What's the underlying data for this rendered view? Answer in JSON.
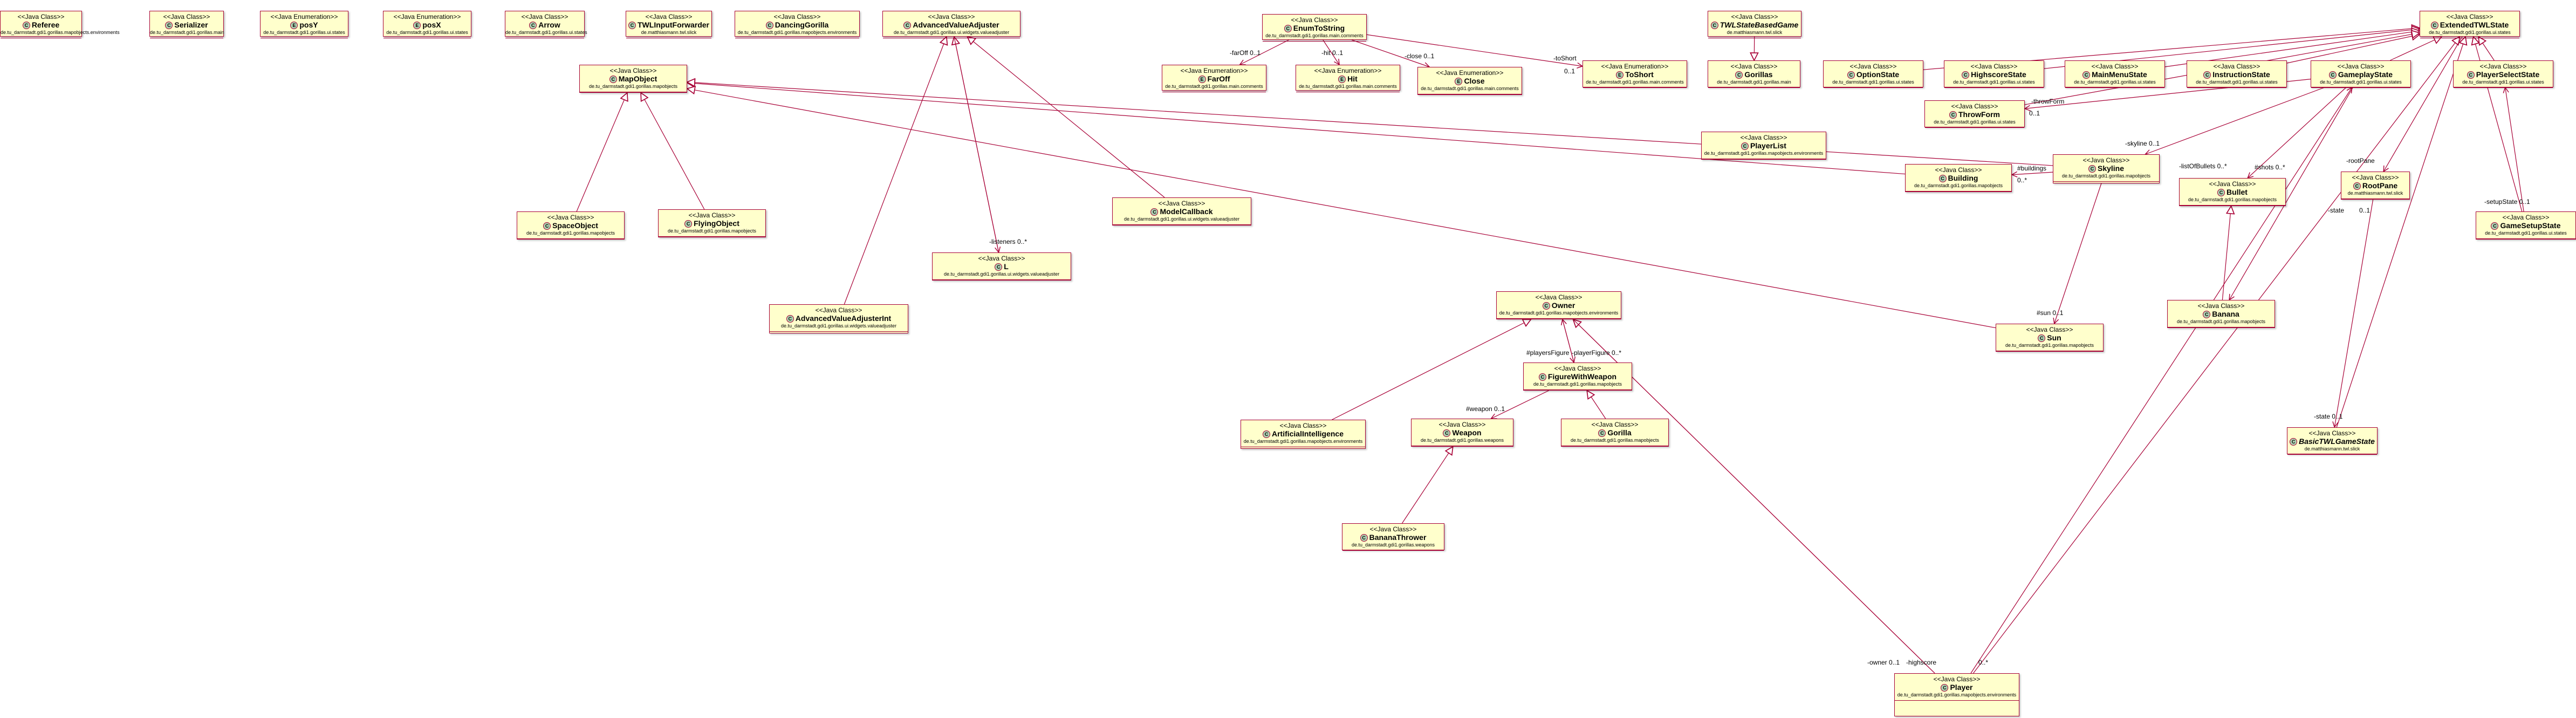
{
  "diagram": {
    "classes": [
      {
        "id": "referee",
        "stereotype": "<<Java Class>>",
        "name": "Referee",
        "package": "de.tu_darmstadt.gdi1.gorillas.mapobjects.environments"
      },
      {
        "id": "serializer",
        "stereotype": "<<Java Class>>",
        "name": "Serializer",
        "package": "de.tu_darmstadt.gdi1.gorillas.main"
      },
      {
        "id": "posY",
        "stereotype": "<<Java Enumeration>>",
        "name": "posY",
        "package": "de.tu_darmstadt.gdi1.gorillas.ui.states"
      },
      {
        "id": "posX",
        "stereotype": "<<Java Enumeration>>",
        "name": "posX",
        "package": "de.tu_darmstadt.gdi1.gorillas.ui.states"
      },
      {
        "id": "arrow",
        "stereotype": "<<Java Class>>",
        "name": "Arrow",
        "package": "de.tu_darmstadt.gdi1.gorillas.ui.states"
      },
      {
        "id": "twlInputForwarder",
        "stereotype": "<<Java Class>>",
        "name": "TWLInputForwarder",
        "package": "de.matthiasmann.twl.slick"
      },
      {
        "id": "dancingGorilla",
        "stereotype": "<<Java Class>>",
        "name": "DancingGorilla",
        "package": "de.tu_darmstadt.gdi1.gorillas.mapobjects.environments"
      },
      {
        "id": "ava",
        "stereotype": "<<Java Class>>",
        "name": "AdvancedValueAdjuster",
        "package": "de.tu_darmstadt.gdi1.gorillas.ui.widgets.valueadjuster"
      },
      {
        "id": "enumToString",
        "stereotype": "<<Java Class>>",
        "name": "EnumToString",
        "package": "de.tu_darmstadt.gdi1.gorillas.main.comments"
      },
      {
        "id": "twlStateBasedGame",
        "stereotype": "<<Java Class>>",
        "name": "TWLStateBasedGame",
        "package": "de.matthiasmann.twl.slick",
        "italic": true
      },
      {
        "id": "extendedTWLState",
        "stereotype": "<<Java Class>>",
        "name": "ExtendedTWLState",
        "package": "de.tu_darmstadt.gdi1.gorillas.ui.states"
      },
      {
        "id": "mapObject",
        "stereotype": "<<Java Class>>",
        "name": "MapObject",
        "package": "de.tu_darmstadt.gdi1.gorillas.mapobjects"
      },
      {
        "id": "farOff",
        "stereotype": "<<Java Enumeration>>",
        "name": "FarOff",
        "package": "de.tu_darmstadt.gdi1.gorillas.main.comments"
      },
      {
        "id": "hit",
        "stereotype": "<<Java Enumeration>>",
        "name": "Hit",
        "package": "de.tu_darmstadt.gdi1.gorillas.main.comments"
      },
      {
        "id": "close",
        "stereotype": "<<Java Enumeration>>",
        "name": "Close",
        "package": "de.tu_darmstadt.gdi1.gorillas.main.comments"
      },
      {
        "id": "toShort",
        "stereotype": "<<Java Enumeration>>",
        "name": "ToShort",
        "package": "de.tu_darmstadt.gdi1.gorillas.main.comments"
      },
      {
        "id": "gorillas",
        "stereotype": "<<Java Class>>",
        "name": "Gorillas",
        "package": "de.tu_darmstadt.gdi1.gorillas.main"
      },
      {
        "id": "optionState",
        "stereotype": "<<Java Class>>",
        "name": "OptionState",
        "package": "de.tu_darmstadt.gdi1.gorillas.ui.states"
      },
      {
        "id": "highscoreState",
        "stereotype": "<<Java Class>>",
        "name": "HighscoreState",
        "package": "de.tu_darmstadt.gdi1.gorillas.ui.states"
      },
      {
        "id": "mainMenuState",
        "stereotype": "<<Java Class>>",
        "name": "MainMenuState",
        "package": "de.tu_darmstadt.gdi1.gorillas.ui.states"
      },
      {
        "id": "instructionState",
        "stereotype": "<<Java Class>>",
        "name": "InstructionState",
        "package": "de.tu_darmstadt.gdi1.gorillas.ui.states"
      },
      {
        "id": "gameplayState",
        "stereotype": "<<Java Class>>",
        "name": "GameplayState",
        "package": "de.tu_darmstadt.gdi1.gorillas.ui.states"
      },
      {
        "id": "playerSelectState",
        "stereotype": "<<Java Class>>",
        "name": "PlayerSelectState",
        "package": "de.tu_darmstadt.gdi1.gorillas.ui.states"
      },
      {
        "id": "throwForm",
        "stereotype": "<<Java Class>>",
        "name": "ThrowForm",
        "package": "de.tu_darmstadt.gdi1.gorillas.ui.states"
      },
      {
        "id": "playerList",
        "stereotype": "<<Java Class>>",
        "name": "PlayerList",
        "package": "de.tu_darmstadt.gdi1.gorillas.mapobjects.environments"
      },
      {
        "id": "building",
        "stereotype": "<<Java Class>>",
        "name": "Building",
        "package": "de.tu_darmstadt.gdi1.gorillas.mapobjects"
      },
      {
        "id": "skyline",
        "stereotype": "<<Java Class>>",
        "name": "Skyline",
        "package": "de.tu_darmstadt.gdi1.gorillas.mapobjects"
      },
      {
        "id": "bullet",
        "stereotype": "<<Java Class>>",
        "name": "Bullet",
        "package": "de.tu_darmstadt.gdi1.gorillas.mapobjects"
      },
      {
        "id": "rootPane",
        "stereotype": "<<Java Class>>",
        "name": "RootPane",
        "package": "de.matthiasmann.twl.slick"
      },
      {
        "id": "gameSetupState",
        "stereotype": "<<Java Class>>",
        "name": "GameSetupState",
        "package": "de.tu_darmstadt.gdi1.gorillas.ui.states"
      },
      {
        "id": "spaceObject",
        "stereotype": "<<Java Class>>",
        "name": "SpaceObject",
        "package": "de.tu_darmstadt.gdi1.gorillas.mapobjects"
      },
      {
        "id": "flyingObject",
        "stereotype": "<<Java Class>>",
        "name": "FlyingObject",
        "package": "de.tu_darmstadt.gdi1.gorillas.mapobjects"
      },
      {
        "id": "modelCallback",
        "stereotype": "<<Java Class>>",
        "name": "ModelCallback",
        "package": "de.tu_darmstadt.gdi1.gorillas.ui.widgets.valueadjuster"
      },
      {
        "id": "l",
        "stereotype": "<<Java Class>>",
        "name": "L",
        "package": "de.tu_darmstadt.gdi1.gorillas.ui.widgets.valueadjuster"
      },
      {
        "id": "avaInt",
        "stereotype": "<<Java Class>>",
        "name": "AdvancedValueAdjusterInt",
        "package": "de.tu_darmstadt.gdi1.gorillas.ui.widgets.valueadjuster"
      },
      {
        "id": "owner",
        "stereotype": "<<Java Class>>",
        "name": "Owner",
        "package": "de.tu_darmstadt.gdi1.gorillas.mapobjects.environments"
      },
      {
        "id": "sun",
        "stereotype": "<<Java Class>>",
        "name": "Sun",
        "package": "de.tu_darmstadt.gdi1.gorillas.mapobjects"
      },
      {
        "id": "banana",
        "stereotype": "<<Java Class>>",
        "name": "Banana",
        "package": "de.tu_darmstadt.gdi1.gorillas.mapobjects"
      },
      {
        "id": "figureWithWeapon",
        "stereotype": "<<Java Class>>",
        "name": "FigureWithWeapon",
        "package": "de.tu_darmstadt.gdi1.gorillas.mapobjects"
      },
      {
        "id": "artificialIntelligence",
        "stereotype": "<<Java Class>>",
        "name": "ArtificialIntelligence",
        "package": "de.tu_darmstadt.gdi1.gorillas.mapobjects.environments"
      },
      {
        "id": "weapon",
        "stereotype": "<<Java Class>>",
        "name": "Weapon",
        "package": "de.tu_darmstadt.gdi1.gorillas.weapons"
      },
      {
        "id": "gorilla",
        "stereotype": "<<Java Class>>",
        "name": "Gorilla",
        "package": "de.tu_darmstadt.gdi1.gorillas.mapobjects"
      },
      {
        "id": "basicTWLGameState",
        "stereotype": "<<Java Class>>",
        "name": "BasicTWLGameState",
        "package": "de.matthiasmann.twl.slick",
        "italic": true
      },
      {
        "id": "bananaThrower",
        "stereotype": "<<Java Class>>",
        "name": "BananaThrower",
        "package": "de.tu_darmstadt.gdi1.gorillas.weapons"
      },
      {
        "id": "player",
        "stereotype": "<<Java Class>>",
        "name": "Player",
        "package": "de.tu_darmstadt.gdi1.gorillas.mapobjects.environments"
      }
    ],
    "generalizations": [
      [
        "spaceObject",
        "mapObject"
      ],
      [
        "flyingObject",
        "mapObject"
      ],
      [
        "building",
        "mapObject"
      ],
      [
        "skyline",
        "mapObject"
      ],
      [
        "sun",
        "mapObject"
      ],
      [
        "avaInt",
        "ava"
      ],
      [
        "modelCallback",
        "ava"
      ],
      [
        "optionState",
        "extendedTWLState"
      ],
      [
        "highscoreState",
        "extendedTWLState"
      ],
      [
        "mainMenuState",
        "extendedTWLState"
      ],
      [
        "instructionState",
        "extendedTWLState"
      ],
      [
        "gameplayState",
        "extendedTWLState"
      ],
      [
        "playerSelectState",
        "extendedTWLState"
      ],
      [
        "gameSetupState",
        "extendedTWLState"
      ],
      [
        "throwForm",
        "extendedTWLState"
      ],
      [
        "twlStateBasedGame",
        "gorillas"
      ],
      [
        "banana",
        "bullet"
      ],
      [
        "artificialIntelligence",
        "owner"
      ],
      [
        "player",
        "owner"
      ],
      [
        "bananaThrower",
        "weapon"
      ],
      [
        "gorilla",
        "figureWithWeapon"
      ],
      [
        "player",
        "extendedTWLState"
      ],
      [
        "basicTWLGameState",
        "extendedTWLState"
      ],
      [
        "l",
        "ava"
      ]
    ],
    "associations": [
      {
        "from": "enumToString",
        "to": "farOff",
        "label": "-farOff",
        "mult": "0..1"
      },
      {
        "from": "enumToString",
        "to": "hit",
        "label": "-hit",
        "mult": "0..1"
      },
      {
        "from": "enumToString",
        "to": "close",
        "label": "-close",
        "mult": "0..1"
      },
      {
        "from": "enumToString",
        "to": "toShort",
        "label": "-toShort",
        "mult": "0..1"
      },
      {
        "from": "ava",
        "to": "l",
        "label": "-listeners",
        "mult": "0..*"
      },
      {
        "from": "skyline",
        "to": "building",
        "label": "#buildings",
        "mult": "0..*"
      },
      {
        "from": "gameplayState",
        "to": "skyline",
        "label": "-skyline",
        "mult": "0..1"
      },
      {
        "from": "gameplayState",
        "to": "throwForm",
        "label": "-throwForm",
        "mult": "0..1"
      },
      {
        "from": "gameplayState",
        "to": "bullet",
        "label": "-listOfBullets",
        "mult": "0..*"
      },
      {
        "from": "gameplayState",
        "to": "banana",
        "label": "#shots",
        "mult": "0..*"
      },
      {
        "from": "extendedTWLState",
        "to": "rootPane",
        "label": "-rootPane",
        "mult": "0..1"
      },
      {
        "from": "rootPane",
        "to": "basicTWLGameState",
        "label": "-state",
        "mult": "0..1"
      },
      {
        "from": "gameSetupState",
        "to": "playerSelectState",
        "label": "-setupState",
        "mult": "0..1"
      },
      {
        "from": "skyline",
        "to": "sun",
        "label": "#sun",
        "mult": "0..1"
      },
      {
        "from": "owner",
        "to": "figureWithWeapon",
        "label": "#playersFigure",
        "mult": ""
      },
      {
        "from": "figureWithWeapon",
        "to": "owner",
        "label": "-owner",
        "mult": "0..1"
      },
      {
        "from": "figureWithWeapon",
        "to": "weapon",
        "label": "#weapon",
        "mult": "0..1"
      },
      {
        "from": "player",
        "to": "owner",
        "label": "-owner",
        "mult": "0..1"
      },
      {
        "from": "player",
        "to": "gameplayState",
        "label": "-highscore",
        "mult": "0..1"
      }
    ],
    "edge_labels": [
      "-farOff  0..1",
      "-hit  0..1",
      "-close  0..1",
      "-toShort",
      "0..1",
      "-listeners  0..*",
      "#buildings",
      "0..*",
      "-skyline  0..1",
      "-throwForm",
      "0..1",
      "-listOfBullets  0..*",
      "#shots  0..*",
      "-rootPane",
      "-state",
      "0..1",
      "-setupState  0..1",
      "#sun  0..1",
      "#playersFigure",
      "-playerFigure  0..*",
      "#weapon  0..1",
      "-state  0..1",
      "-owner  0..1",
      "-highscore",
      "0..*"
    ]
  }
}
